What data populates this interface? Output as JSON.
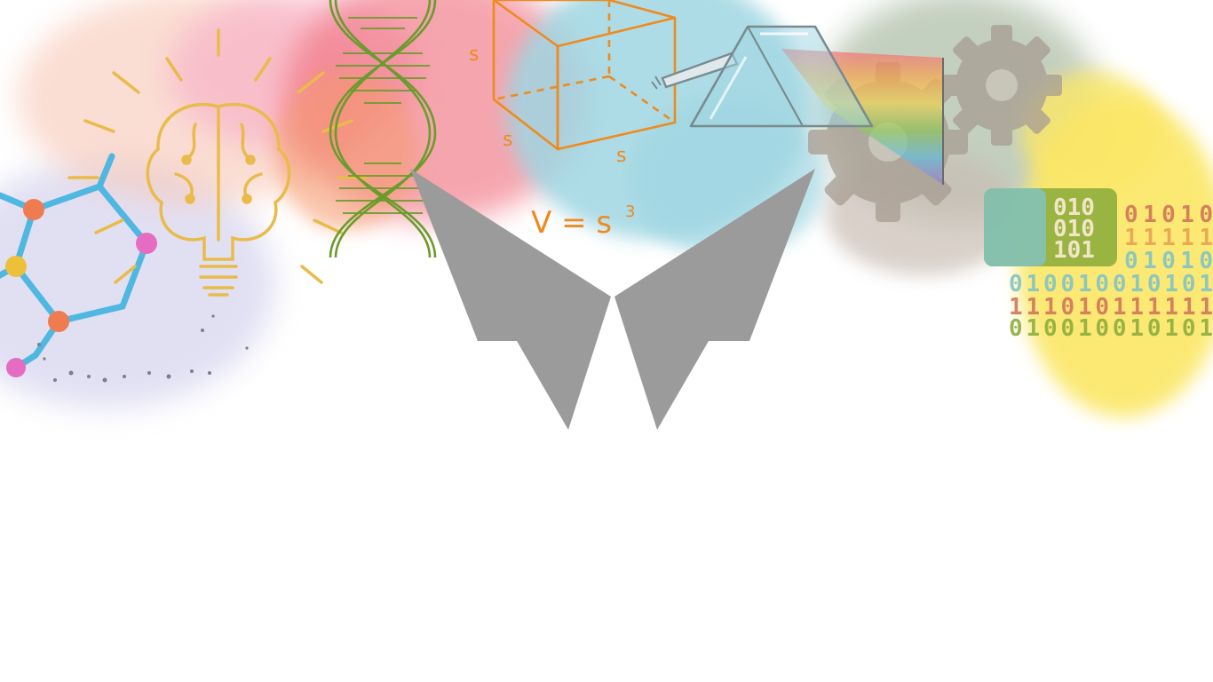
{
  "scene": {
    "background": "#ffffff",
    "logo_color": "#9b9b9b",
    "illustrations": [
      "molecule-icon",
      "lightbulb-brain-icon",
      "dna-helix-icon",
      "cube-icon",
      "prism-icon",
      "gear-icon",
      "binary-code-icon"
    ]
  },
  "cube": {
    "edge_labels": [
      "s",
      "s",
      "s"
    ],
    "formula": "V = s",
    "formula_exponent": "3",
    "color": "#ef8a1e"
  },
  "binary": {
    "block_lines": [
      "010",
      "010",
      "101"
    ],
    "lines": [
      "01010",
      "11111",
      "01010",
      "010010010101",
      "111010111111",
      "010010010101"
    ],
    "colors": [
      "#d2765a",
      "#82c4c6",
      "#8fae3d",
      "#e8d7b0"
    ]
  },
  "colors": {
    "pink_wash": "#f7a8c4",
    "red_wash": "#f06a7a",
    "blue_wash": "#9fd6e2",
    "green_wash": "#b9c7b4",
    "yellow_wash": "#fbe766",
    "lavender_wash": "#c9c7ea",
    "molecule_line": "#4fb7e0",
    "molecule_node_orange": "#ef7b50",
    "molecule_node_yellow": "#edc03c",
    "molecule_node_pink": "#e56cc1",
    "brain_color": "#e9bb4a",
    "dna_color": "#6a9b2d",
    "prism_color": "#9fd6e2",
    "gear_color": "#a89d92"
  }
}
